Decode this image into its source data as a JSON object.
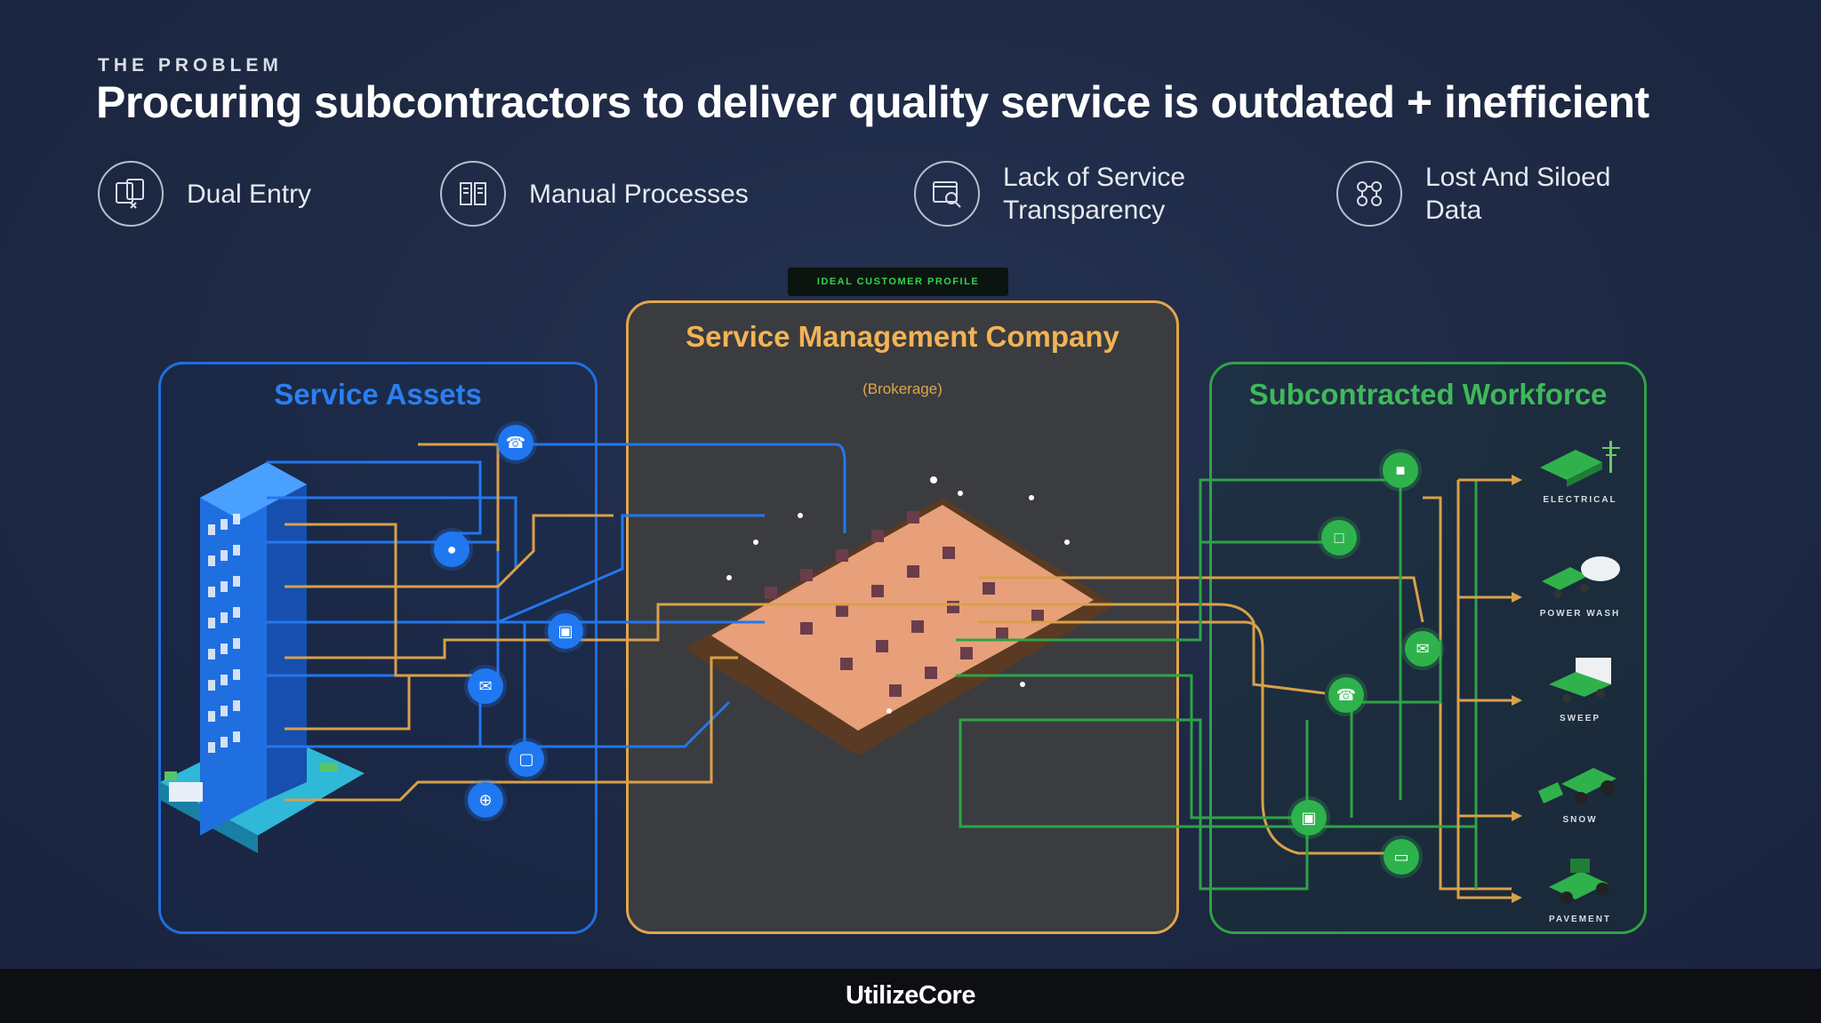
{
  "header": {
    "eyebrow": "THE PROBLEM",
    "title": "Procuring subcontractors to deliver quality service is outdated + inefficient"
  },
  "problems": [
    {
      "label": "Dual Entry",
      "icon": "dual-entry-icon"
    },
    {
      "label": "Manual Processes",
      "icon": "manual-process-icon"
    },
    {
      "label": "Lack of Service Transparency",
      "icon": "transparency-icon"
    },
    {
      "label": "Lost And Siloed Data",
      "icon": "siloed-data-icon"
    }
  ],
  "diagram": {
    "icp_tag": "IDEAL CUSTOMER PROFILE",
    "assets": {
      "title": "Service Assets"
    },
    "smc": {
      "title": "Service Management Company",
      "subtitle": "(Brokerage)"
    },
    "subcontractors": {
      "title": "Subcontracted Workforce",
      "trades": [
        "ELECTRICAL",
        "POWER WASH",
        "SWEEP",
        "SNOW",
        "PAVEMENT"
      ]
    }
  },
  "colors": {
    "assets": "#1f6fe0",
    "smc": "#e2a54a",
    "subcontractors": "#2fa346",
    "background": "#1e2a45"
  },
  "footer": {
    "brand": "UtilizeCore"
  }
}
